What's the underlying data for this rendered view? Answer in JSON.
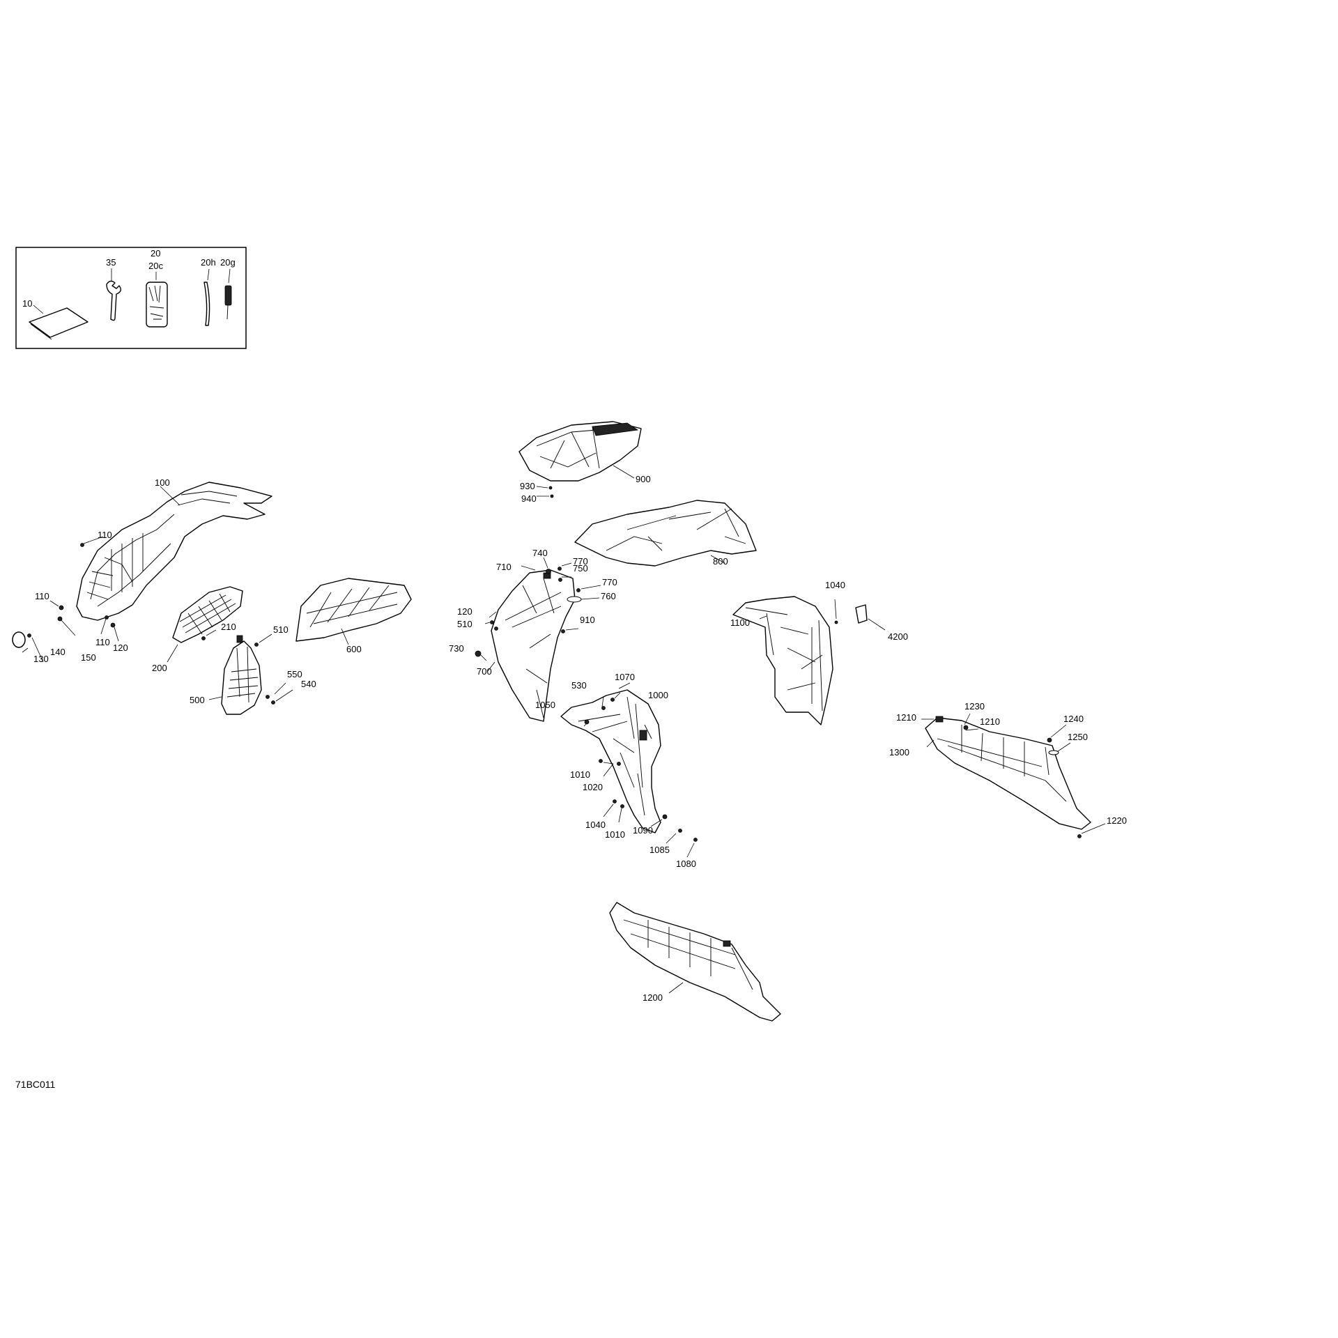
{
  "diagram_code": "71BC011",
  "labels": [
    {
      "key": "l10",
      "text": "10"
    },
    {
      "key": "l35",
      "text": "35"
    },
    {
      "key": "l20",
      "text": "20"
    },
    {
      "key": "l20c",
      "text": "20c"
    },
    {
      "key": "l20h",
      "text": "20h"
    },
    {
      "key": "l20g",
      "text": "20g"
    },
    {
      "key": "l100",
      "text": "100"
    },
    {
      "key": "l110a",
      "text": "110"
    },
    {
      "key": "l110b",
      "text": "110"
    },
    {
      "key": "l110c",
      "text": "110"
    },
    {
      "key": "l120a",
      "text": "120"
    },
    {
      "key": "l130",
      "text": "130"
    },
    {
      "key": "l140",
      "text": "140"
    },
    {
      "key": "l150",
      "text": "150"
    },
    {
      "key": "l200",
      "text": "200"
    },
    {
      "key": "l210",
      "text": "210"
    },
    {
      "key": "l500",
      "text": "500"
    },
    {
      "key": "l510a",
      "text": "510"
    },
    {
      "key": "l540",
      "text": "540"
    },
    {
      "key": "l550",
      "text": "550"
    },
    {
      "key": "l600",
      "text": "600"
    },
    {
      "key": "l900",
      "text": "900"
    },
    {
      "key": "l930",
      "text": "930"
    },
    {
      "key": "l940",
      "text": "940"
    },
    {
      "key": "l800",
      "text": "800"
    },
    {
      "key": "l740",
      "text": "740"
    },
    {
      "key": "l770a",
      "text": "770"
    },
    {
      "key": "l710",
      "text": "710"
    },
    {
      "key": "l750",
      "text": "750"
    },
    {
      "key": "l770b",
      "text": "770"
    },
    {
      "key": "l760",
      "text": "760"
    },
    {
      "key": "l120b",
      "text": "120"
    },
    {
      "key": "l910",
      "text": "910"
    },
    {
      "key": "l510b",
      "text": "510"
    },
    {
      "key": "l730",
      "text": "730"
    },
    {
      "key": "l700",
      "text": "700"
    },
    {
      "key": "l1040a",
      "text": "1040"
    },
    {
      "key": "l1100",
      "text": "1100"
    },
    {
      "key": "l4200",
      "text": "4200"
    },
    {
      "key": "l530",
      "text": "530"
    },
    {
      "key": "l1070",
      "text": "1070"
    },
    {
      "key": "l1000",
      "text": "1000"
    },
    {
      "key": "l1050",
      "text": "1050"
    },
    {
      "key": "l1010a",
      "text": "1010"
    },
    {
      "key": "l1020",
      "text": "1020"
    },
    {
      "key": "l1040b",
      "text": "1040"
    },
    {
      "key": "l1010b",
      "text": "1010"
    },
    {
      "key": "l1090",
      "text": "1090"
    },
    {
      "key": "l1085",
      "text": "1085"
    },
    {
      "key": "l1080",
      "text": "1080"
    },
    {
      "key": "l1230",
      "text": "1230"
    },
    {
      "key": "l1210a",
      "text": "1210"
    },
    {
      "key": "l1210b",
      "text": "1210"
    },
    {
      "key": "l1240",
      "text": "1240"
    },
    {
      "key": "l1250",
      "text": "1250"
    },
    {
      "key": "l1300",
      "text": "1300"
    },
    {
      "key": "l1220",
      "text": "1220"
    },
    {
      "key": "l1200",
      "text": "1200"
    }
  ]
}
